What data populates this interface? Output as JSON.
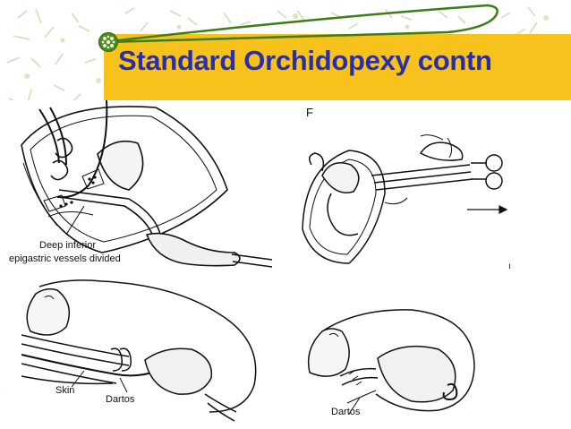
{
  "slide": {
    "title": "Standard Orchidopexy contn",
    "colors": {
      "title_band": "#f7c21c",
      "title_text": "#2a2fa8",
      "accent_line": "#3c7d14",
      "bullet": "#4e8a1c",
      "pattern": "#d4dbb0"
    }
  },
  "figures": {
    "top_left": {
      "caption_line1": "Deep inferior",
      "caption_line2": "epigastric vessels divided"
    },
    "top_right": {
      "letter": "F",
      "mark": "ı"
    },
    "bottom_left": {
      "label_skin": "Skin",
      "label_dartos": "Dartos"
    },
    "bottom_right": {
      "label_dartos": "Dartos"
    }
  },
  "icons": {
    "title_bullet": "ornament-bullet-icon",
    "arrow": "right-arrow-icon"
  }
}
